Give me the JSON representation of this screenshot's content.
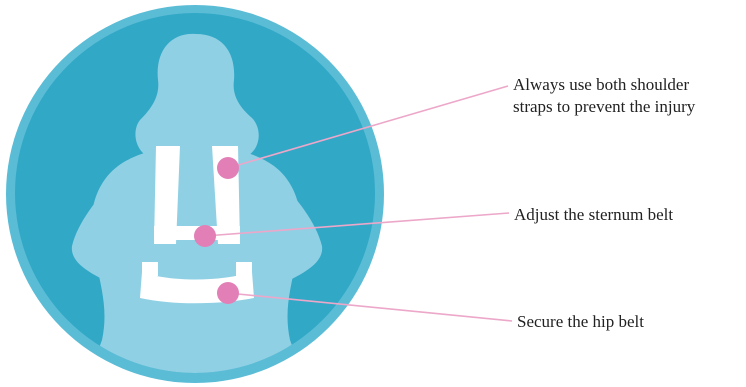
{
  "diagram": {
    "callouts": [
      {
        "id": "shoulder",
        "lines": [
          "Always use both shoulder",
          "straps to prevent the injury"
        ]
      },
      {
        "id": "sternum",
        "lines": [
          "Adjust the sternum belt"
        ]
      },
      {
        "id": "hip",
        "lines": [
          "Secure the hip belt"
        ]
      }
    ]
  },
  "colors": {
    "circle_outer": "#5bbcd6",
    "circle_inner": "#31a8c6",
    "silhouette": "#8fd0e4",
    "strap": "#ffffff",
    "marker": "#e27fb6",
    "leader_line": "#eca7c9",
    "text": "#222222"
  }
}
